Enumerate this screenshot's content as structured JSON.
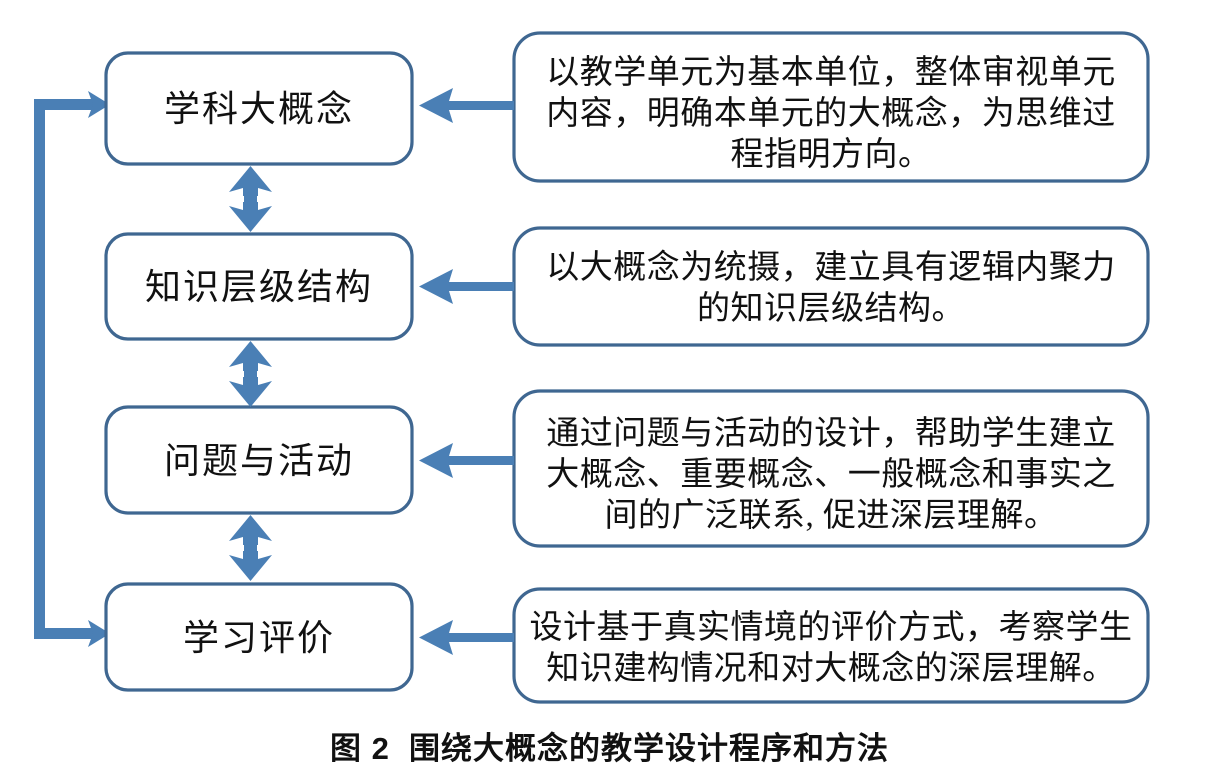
{
  "figure": {
    "caption": "图 2  围绕大概念的教学设计程序和方法",
    "colors": {
      "box_border": "#3f6791",
      "arrow_fill": "#4a7fb5",
      "background": "#ffffff",
      "text": "#111111"
    }
  },
  "stages": [
    {
      "id": "stage-1",
      "label": "学科大概念"
    },
    {
      "id": "stage-2",
      "label": "知识层级结构"
    },
    {
      "id": "stage-3",
      "label": "问题与活动"
    },
    {
      "id": "stage-4",
      "label": "学习评价"
    }
  ],
  "descriptions": [
    {
      "id": "desc-1",
      "lines": [
        "以教学单元为基本单位，整体审视单元",
        "内容，明确本单元的大概念，为思维过",
        "程指明方向。"
      ]
    },
    {
      "id": "desc-2",
      "lines": [
        "以大概念为统摄，建立具有逻辑内聚力",
        "的知识层级结构。"
      ]
    },
    {
      "id": "desc-3",
      "lines": [
        "通过问题与活动的设计，帮助学生建立",
        "大概念、重要概念、一般概念和事实之",
        "间的广泛联系, 促进深层理解。"
      ]
    },
    {
      "id": "desc-4",
      "lines": [
        "设计基于真实情境的评价方式，考察学生",
        "知识建构情况和对大概念的深层理解。"
      ]
    }
  ],
  "connectors": {
    "vertical_double_arrows": [
      {
        "id": "arrow-stage1-stage2",
        "from": "stage-1",
        "to": "stage-2"
      },
      {
        "id": "arrow-stage2-stage3",
        "from": "stage-2",
        "to": "stage-3"
      },
      {
        "id": "arrow-stage3-stage4",
        "from": "stage-3",
        "to": "stage-4"
      }
    ],
    "description_arrows": [
      {
        "id": "arrow-desc1-stage1",
        "from": "desc-1",
        "to": "stage-1",
        "direction": "left"
      },
      {
        "id": "arrow-desc2-stage2",
        "from": "desc-2",
        "to": "stage-2",
        "direction": "left"
      },
      {
        "id": "arrow-desc3-stage3",
        "from": "desc-3",
        "to": "stage-3",
        "direction": "left"
      },
      {
        "id": "arrow-desc4-stage4",
        "from": "desc-4",
        "to": "stage-4",
        "direction": "left"
      }
    ],
    "feedback_loop": {
      "id": "feedback-loop",
      "shape": "u-bracket",
      "arrow_ends": [
        "stage-1",
        "stage-4"
      ]
    }
  }
}
